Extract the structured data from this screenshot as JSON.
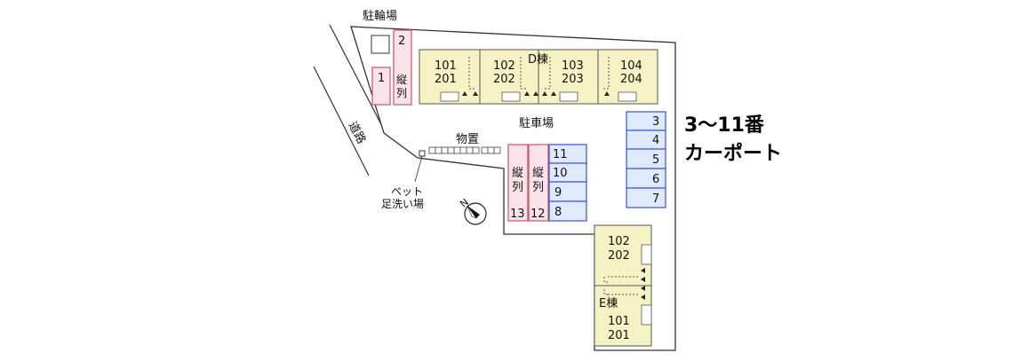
{
  "labels": {
    "bicycle_parking": "駐輪場",
    "road": "道路",
    "parking": "駐車場",
    "storage": "物置",
    "pet_wash_line1": "ペット",
    "pet_wash_line2": "足洗い場",
    "tandem": "縦列",
    "tandem_line1": "縦",
    "tandem_line2": "列",
    "building_d": "D棟",
    "building_e": "E棟"
  },
  "building_d_units": [
    {
      "upper": "101",
      "lower": "201"
    },
    {
      "upper": "102",
      "lower": "202"
    },
    {
      "upper": "103",
      "lower": "203"
    },
    {
      "upper": "104",
      "lower": "204"
    }
  ],
  "building_e_units": [
    {
      "upper": "102",
      "lower": "202"
    },
    {
      "upper": "101",
      "lower": "201"
    }
  ],
  "red_spaces": {
    "space_1": "1",
    "space_2": "2",
    "space_12": "12",
    "space_13": "13"
  },
  "carport_column_a": [
    "11",
    "10",
    "9",
    "8"
  ],
  "carport_column_b": [
    "3",
    "4",
    "5",
    "6",
    "7"
  ],
  "caption": {
    "line1": "3～11番",
    "line2": "カーポート"
  },
  "colors": {
    "building_fill": "#f7f2c4",
    "red_fill": "#fbe3ea",
    "red_stroke": "#d0506a",
    "blue_fill": "#dfe9ff",
    "blue_stroke": "#3a55d0"
  }
}
